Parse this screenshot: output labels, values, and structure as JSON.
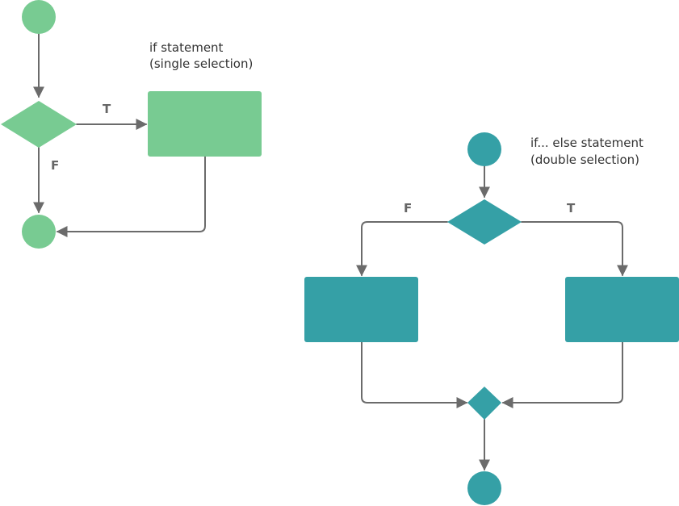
{
  "colors": {
    "single_selection": "#78CB92",
    "double_selection": "#35A0A6",
    "connector": "#6B6B6B",
    "branch_label": "#666666",
    "caption_text": "#333333"
  },
  "single_selection": {
    "caption_line1": "if statement",
    "caption_line2": "(single selection)",
    "true_label": "T",
    "false_label": "F"
  },
  "double_selection": {
    "caption_line1": "if... else statement",
    "caption_line2": "(double selection)",
    "false_label": "F",
    "true_label": "T"
  }
}
